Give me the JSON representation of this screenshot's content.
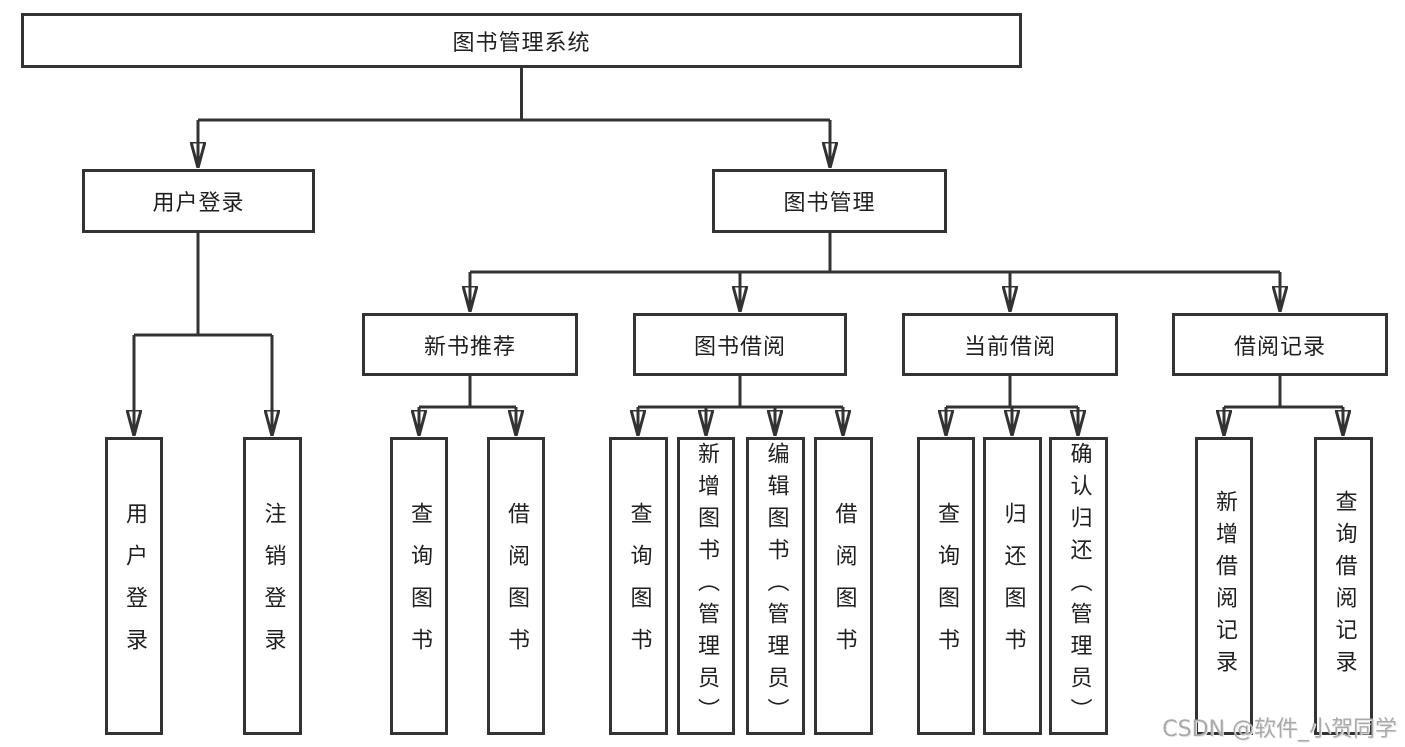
{
  "diagram_title": "图书管理系统",
  "tree": {
    "root": {
      "label": "图书管理系统"
    },
    "branches": [
      {
        "label": "用户登录",
        "children": [
          {
            "label": "用户登录"
          },
          {
            "label": "注销登录"
          }
        ]
      },
      {
        "label": "图书管理",
        "sections": [
          {
            "label": "新书推荐",
            "children": [
              {
                "label": "查询图书"
              },
              {
                "label": "借阅图书"
              }
            ]
          },
          {
            "label": "图书借阅",
            "children": [
              {
                "label": "查询图书"
              },
              {
                "label": "新增图书（管理员）"
              },
              {
                "label": "编辑图书（管理员）"
              },
              {
                "label": "借阅图书"
              }
            ]
          },
          {
            "label": "当前借阅",
            "children": [
              {
                "label": "查询图书"
              },
              {
                "label": "归还图书"
              },
              {
                "label": "确认归还（管理员）"
              }
            ]
          },
          {
            "label": "借阅记录",
            "children": [
              {
                "label": "新增借阅记录"
              },
              {
                "label": "查询借阅记录"
              }
            ]
          }
        ]
      }
    ]
  },
  "watermark": {
    "text": "CSDN @软件_小贺同学"
  },
  "colors": {
    "line": "#333333",
    "text": "#1f1f1f",
    "background": "#ffffff",
    "watermark": "#aaaaaa"
  }
}
